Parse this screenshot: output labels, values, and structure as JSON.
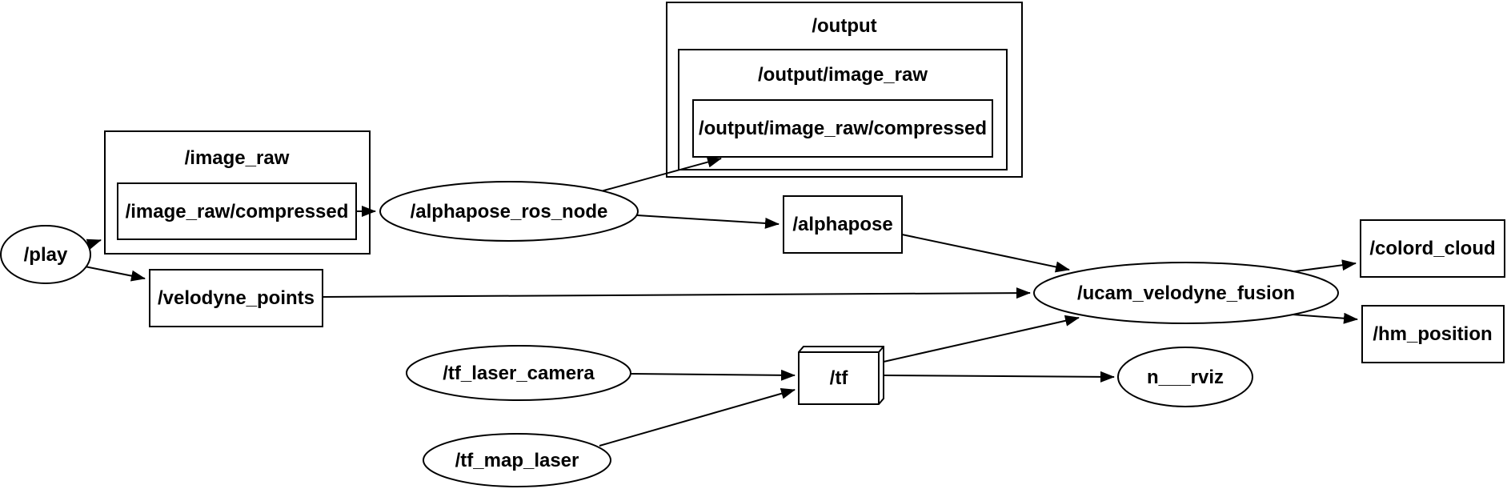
{
  "graph": {
    "kind": "ros-computation-graph",
    "colors": {
      "background": "#ffffff",
      "stroke": "#000000",
      "node_fill": "#ffffff",
      "text": "#000000"
    },
    "nodes": {
      "play": {
        "label": "/play",
        "shape": "ellipse"
      },
      "alphapose_ros_node": {
        "label": "/alphapose_ros_node",
        "shape": "ellipse"
      },
      "ucam_velodyne_fusion": {
        "label": "/ucam_velodyne_fusion",
        "shape": "ellipse"
      },
      "tf_laser_camera": {
        "label": "/tf_laser_camera",
        "shape": "ellipse"
      },
      "tf_map_laser": {
        "label": "/tf_map_laser",
        "shape": "ellipse"
      },
      "rviz": {
        "label": "n___rviz",
        "shape": "ellipse"
      }
    },
    "namespaces": {
      "image_raw": {
        "label": "/image_raw",
        "shape": "rectangle"
      },
      "output": {
        "label": "/output",
        "shape": "rectangle"
      },
      "output_image_raw": {
        "label": "/output/image_raw",
        "shape": "rectangle"
      }
    },
    "topics": {
      "image_raw_compressed": {
        "label": "/image_raw/compressed",
        "shape": "rectangle"
      },
      "output_image_raw_compressed": {
        "label": "/output/image_raw/compressed",
        "shape": "rectangle"
      },
      "alphapose": {
        "label": "/alphapose",
        "shape": "rectangle"
      },
      "velodyne_points": {
        "label": "/velodyne_points",
        "shape": "rectangle"
      },
      "colord_cloud": {
        "label": "/colord_cloud",
        "shape": "rectangle"
      },
      "hm_position": {
        "label": "/hm_position",
        "shape": "rectangle"
      },
      "tf": {
        "label": "/tf",
        "shape": "box3d"
      }
    },
    "edges": [
      {
        "from": "/play",
        "to": "/image_raw"
      },
      {
        "from": "/play",
        "to": "/velodyne_points"
      },
      {
        "from": "/image_raw/compressed",
        "to": "/alphapose_ros_node"
      },
      {
        "from": "/alphapose_ros_node",
        "to": "/output/image_raw/compressed"
      },
      {
        "from": "/alphapose_ros_node",
        "to": "/alphapose"
      },
      {
        "from": "/alphapose",
        "to": "/ucam_velodyne_fusion"
      },
      {
        "from": "/velodyne_points",
        "to": "/ucam_velodyne_fusion"
      },
      {
        "from": "/ucam_velodyne_fusion",
        "to": "/colord_cloud"
      },
      {
        "from": "/ucam_velodyne_fusion",
        "to": "/hm_position"
      },
      {
        "from": "/tf_laser_camera",
        "to": "/tf"
      },
      {
        "from": "/tf_map_laser",
        "to": "/tf"
      },
      {
        "from": "/tf",
        "to": "/ucam_velodyne_fusion"
      },
      {
        "from": "/tf",
        "to": "n___rviz"
      }
    ]
  }
}
